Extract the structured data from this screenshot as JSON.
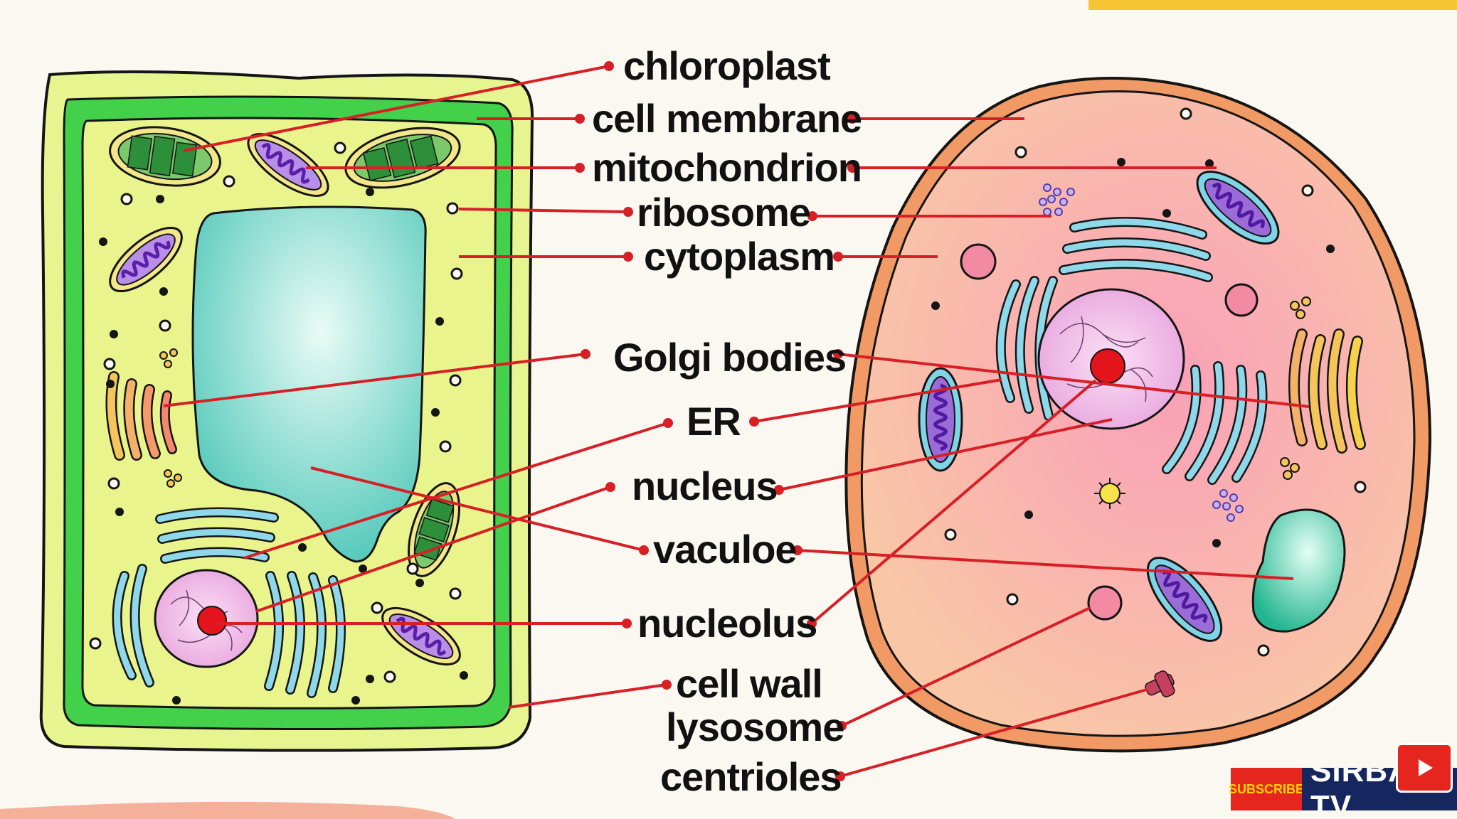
{
  "labels": {
    "chloroplast": "chloroplast",
    "cell_membrane": "cell membrane",
    "mitochondrion": "mitochondrion",
    "ribosome": "ribosome",
    "cytoplasm": "cytoplasm",
    "golgi_bodies": "Golgi bodies",
    "er": "ER",
    "nucleus": "nucleus",
    "vacuole": "vaculoe",
    "nucleolus": "nucleolus",
    "cell_wall": "cell wall",
    "lysosome": "lysosome",
    "centrioles": "centrioles"
  },
  "branding": {
    "subscribe": "SUBSCRIBE",
    "channel": "SIRBAS TV"
  },
  "colors": {
    "arrow": "#d71f26",
    "plant_wall": "#e6f58f",
    "plant_membrane": "#49d14a",
    "plant_cytoplasm": "#e9f58c",
    "vacuole": "#5fcfc2",
    "animal_membrane": "#f19a66",
    "animal_cytoplasm": "#f8c9a6",
    "nucleus": "#f3b8ea",
    "nucleolus": "#e3141b",
    "mitochondrion": "#8f3ad4",
    "er": "#7fd4e6",
    "golgi": "#f1a56f",
    "top_accent": "#f7c534",
    "bottom_accent": "#f5b09a"
  },
  "icons": [
    "play-icon"
  ]
}
